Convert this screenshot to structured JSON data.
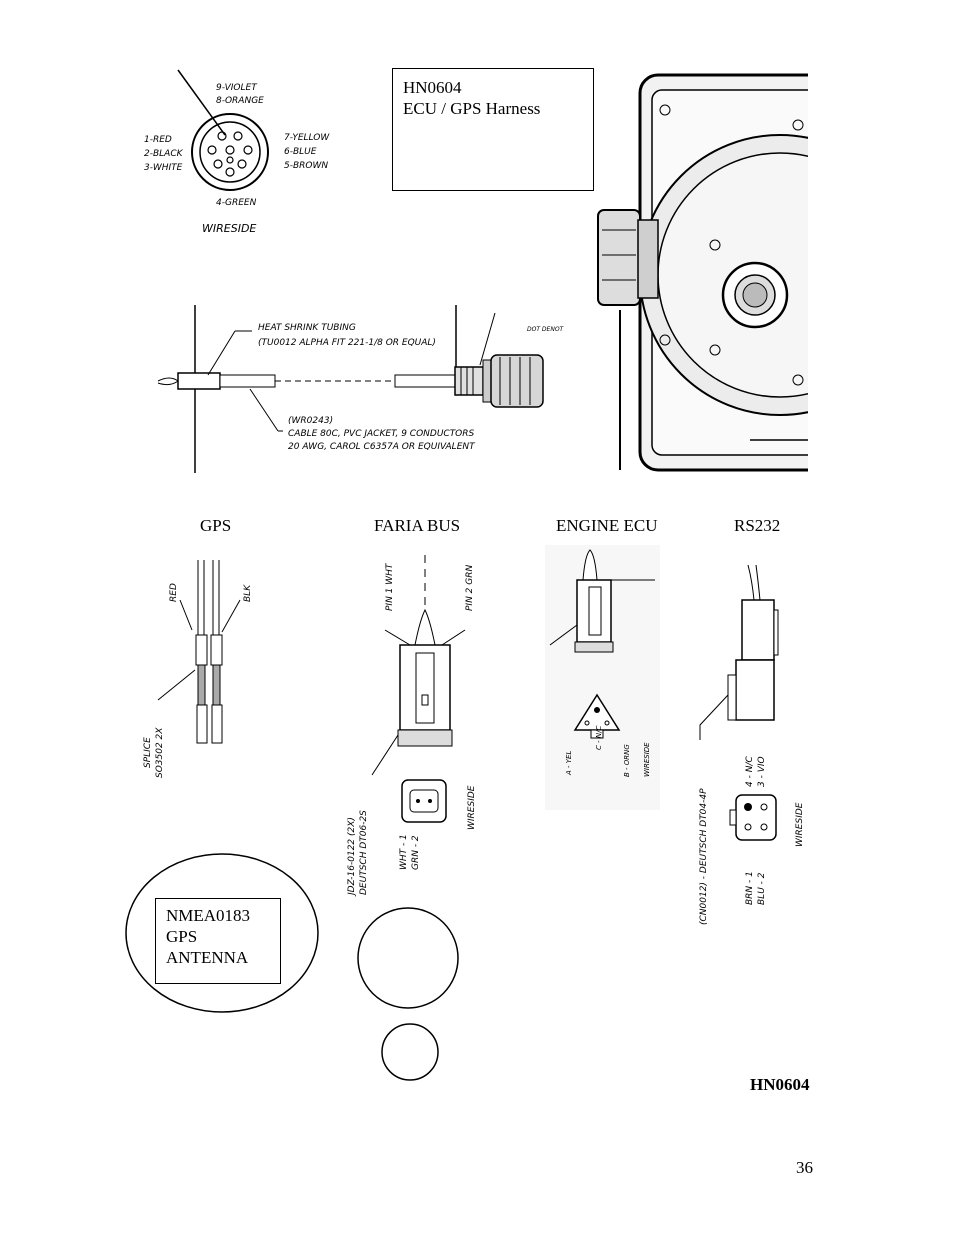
{
  "title_box": {
    "line1": "HN0604",
    "line2": "ECU / GPS Harness"
  },
  "pinout": {
    "top": [
      "9-VIOLET",
      "8-ORANGE"
    ],
    "left": [
      "1-RED",
      "2-BLACK",
      "3-WHITE"
    ],
    "right": [
      "7-YELLOW",
      "6-BLUE",
      "5-BROWN"
    ],
    "bottom": "4-GREEN",
    "caption": "WIRESIDE"
  },
  "cable": {
    "heat_shrink_1": "HEAT SHRINK TUBING",
    "heat_shrink_2": "(TU0012 ALPHA FIT 221-1/8 OR EQUAL)",
    "cable_1": "(WR0243)",
    "cable_2": "CABLE 80C, PVC JACKET, 9 CONDUCTORS",
    "cable_3": "20 AWG, CAROL C6357A OR EQUIVALENT",
    "dot_note": "DOT DENOT"
  },
  "section_labels": {
    "gps": "GPS",
    "faria": "FARIA BUS",
    "ecu": "ENGINE ECU",
    "rs232": "RS232"
  },
  "gps_detail": {
    "red": "RED",
    "blk": "BLK",
    "splice_1": "SPLICE",
    "splice_2": "SO3502 2X"
  },
  "faria_detail": {
    "pin1": "PIN 1 WHT",
    "pin2": "PIN 2 GRN",
    "part_1": "DEUTSCH DT06-2S",
    "part_2": "JDZ-16-0122 (2X)",
    "wht": "WHT - 1",
    "grn": "GRN - 2",
    "wireside": "WIRESIDE"
  },
  "ecu_detail": {
    "a": "A - YEL",
    "c": "C - N/C",
    "b": "B - ORNG",
    "wireside": "WIRESIDE"
  },
  "rs232_detail": {
    "part": "(CN0012) - DEUTSCH DT04-4P",
    "p4": "4 - N/C",
    "p3": "3 - VIO",
    "p1": "BRN - 1",
    "p2": "BLU - 2",
    "wireside": "WIRESIDE"
  },
  "antenna_box": {
    "line1": "NMEA0183",
    "line2": "GPS",
    "line3": "ANTENNA"
  },
  "footer_code": "HN0604",
  "page_number": "36"
}
